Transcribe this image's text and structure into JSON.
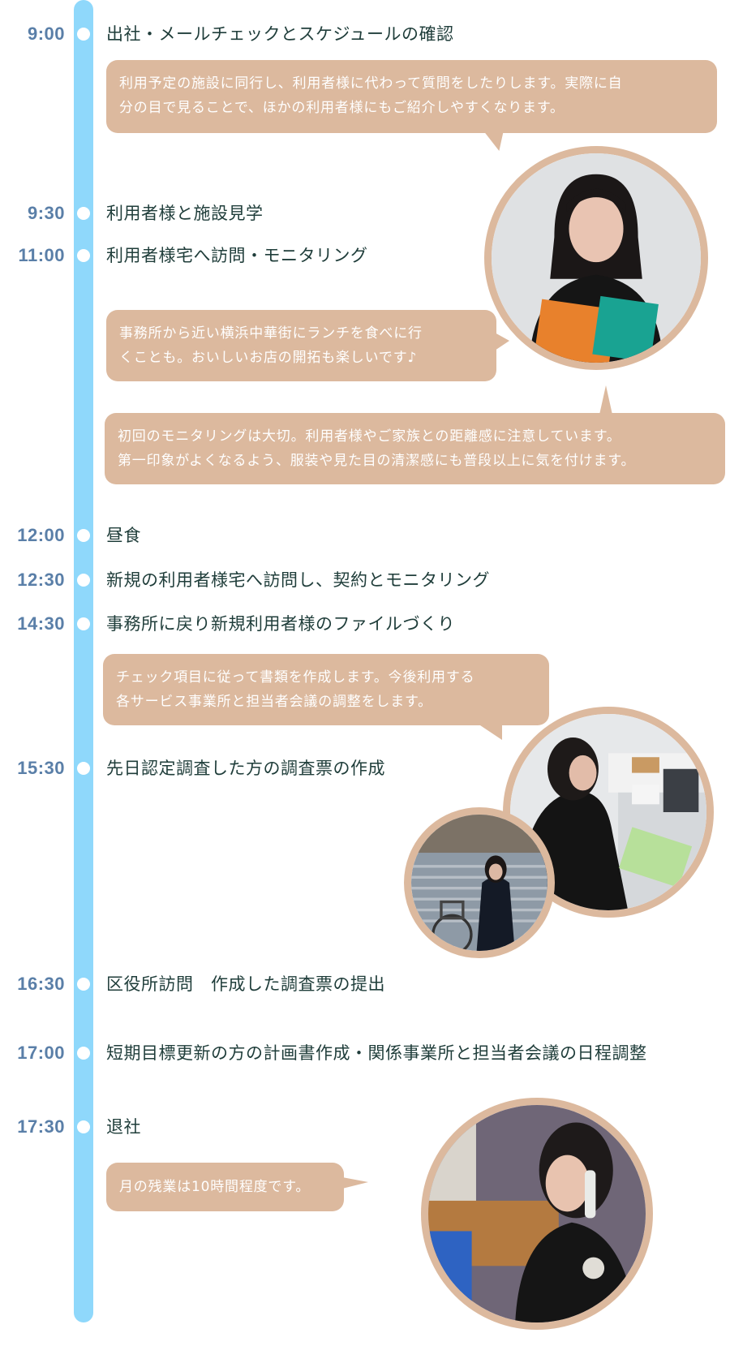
{
  "timeline": {
    "bar_color": "#8fd8fb",
    "time_color": "#5a7fa8",
    "text_color": "#1f3d3a",
    "bubble_color": "#dcb99e",
    "entries": [
      {
        "time": "9:00",
        "task": "出社・メールチェックとスケジュールの確認"
      },
      {
        "time": "9:30",
        "task": "利用者様と施設見学"
      },
      {
        "time": "11:00",
        "task": "利用者様宅へ訪問・モニタリング"
      },
      {
        "time": "12:00",
        "task": "昼食"
      },
      {
        "time": "12:30",
        "task": "新規の利用者様宅へ訪問し、契約とモニタリング"
      },
      {
        "time": "14:30",
        "task": "事務所に戻り新規利用者様のファイルづくり"
      },
      {
        "time": "15:30",
        "task": "先日認定調査した方の調査票の作成"
      },
      {
        "time": "16:30",
        "task": "区役所訪問　作成した調査票の提出"
      },
      {
        "time": "17:00",
        "task": "短期目標更新の方の計画書作成・関係事業所と担当者会議の日程調整"
      },
      {
        "time": "17:30",
        "task": "退社"
      }
    ]
  },
  "bubbles": [
    {
      "lines": [
        "利用予定の施設に同行し、利用者様に代わって質問をしたりします。実際に自",
        "分の目で見ることで、ほかの利用者様にもご紹介しやすくなります。"
      ]
    },
    {
      "lines": [
        "事務所から近い横浜中華街にランチを食べに行",
        "くことも。おいしいお店の開拓も楽しいです♪"
      ]
    },
    {
      "lines": [
        "初回のモニタリングは大切。利用者様やご家族との距離感に注意しています。",
        "第一印象がよくなるよう、服装や見た目の清潔感にも普段以上に気を付けます。"
      ]
    },
    {
      "lines": [
        "チェック項目に従って書類を作成します。今後利用する",
        "各サービス事業所と担当者会議の調整をします。"
      ]
    },
    {
      "lines": [
        "月の残業は10時間程度です。"
      ]
    }
  ],
  "photos": [
    {
      "subject": "staff-portrait-holding-files"
    },
    {
      "subject": "staff-at-desk-with-phone-and-laptop"
    },
    {
      "subject": "staff-with-bicycle-at-stairs"
    },
    {
      "subject": "staff-on-phone-at-office"
    }
  ]
}
